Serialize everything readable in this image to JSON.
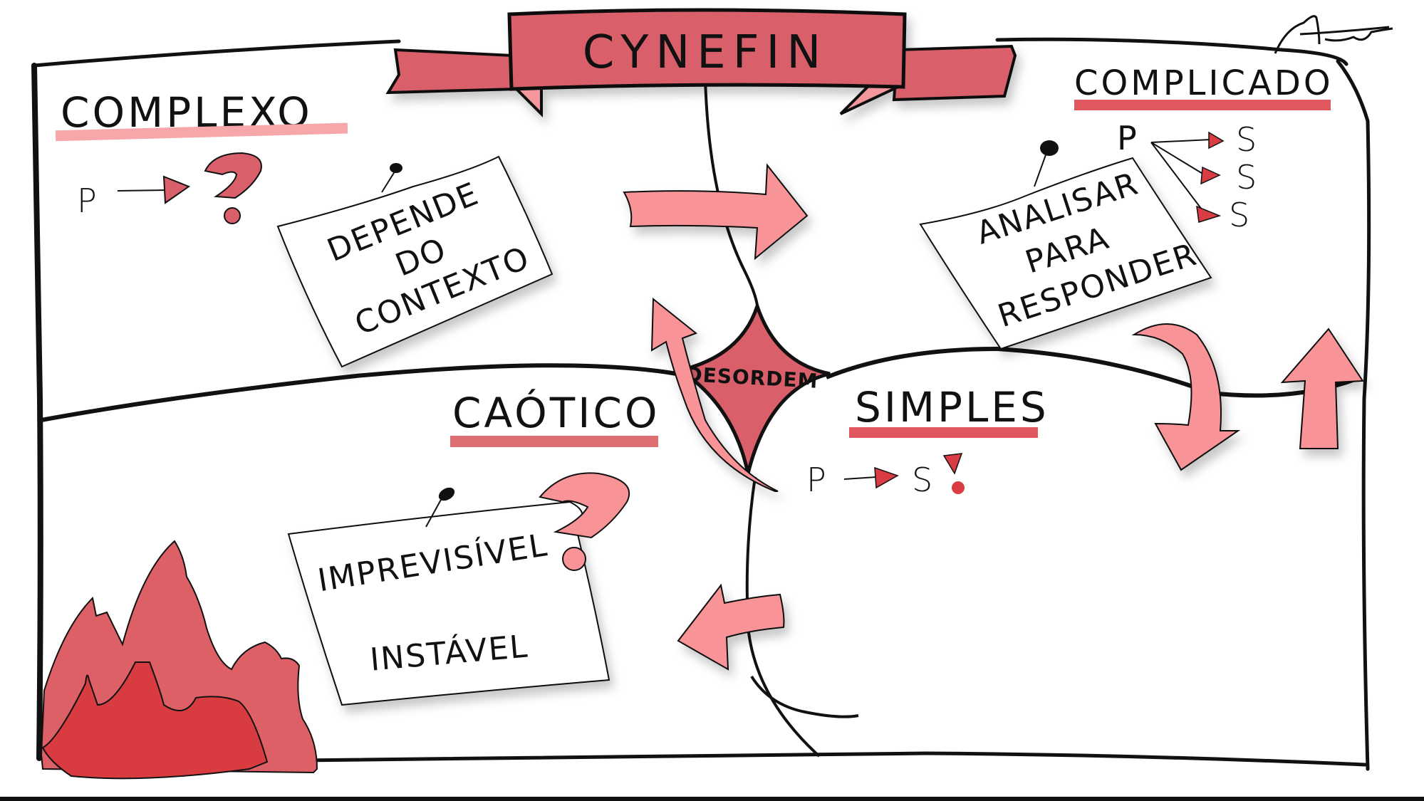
{
  "title": "CYNEFIN",
  "signature": "signature-scribble",
  "colors": {
    "banner": "#d9606a",
    "banner_fold": "#f3979c",
    "arrow": "#f89497",
    "complexo_underline": "#f7a6aa",
    "caotico_underline": "#de6e72",
    "complicado_underline": "#e0585f",
    "simples_underline": "#e0585f",
    "desordem": "#d9606a",
    "triangle": "#d93c42",
    "mountain_back": "#dc6066",
    "mountain_front": "#d93c40",
    "line": "#111111"
  },
  "domains": {
    "complexo": {
      "label": "COMPLEXO",
      "formula": {
        "p": "P",
        "result": "?"
      },
      "note": [
        "DEPENDE",
        "DO",
        "CONTEXTO"
      ]
    },
    "complicado": {
      "label": "COMPLICADO",
      "formula": {
        "p": "P",
        "results": [
          "S",
          "S",
          "S"
        ]
      },
      "note": [
        "ANALISAR",
        "PARA",
        "RESPONDER"
      ]
    },
    "caotico": {
      "label": "CAÓTICO",
      "note": [
        "IMPREVISÍVEL",
        "INSTÁVEL"
      ],
      "note_icon": "question-mark"
    },
    "simples": {
      "label": "SIMPLES",
      "formula": {
        "p": "P",
        "result": "S",
        "suffix": "!"
      }
    },
    "desordem": {
      "label": "DESORDEM"
    }
  },
  "arrows": [
    {
      "name": "complexo-to-complicado",
      "direction": "right"
    },
    {
      "name": "complicado-to-simples",
      "direction": "curve-down"
    },
    {
      "name": "simples-to-complicado",
      "direction": "up"
    },
    {
      "name": "simples-to-caotico",
      "direction": "left"
    },
    {
      "name": "caotico-to-complexo",
      "direction": "curve-up"
    }
  ]
}
